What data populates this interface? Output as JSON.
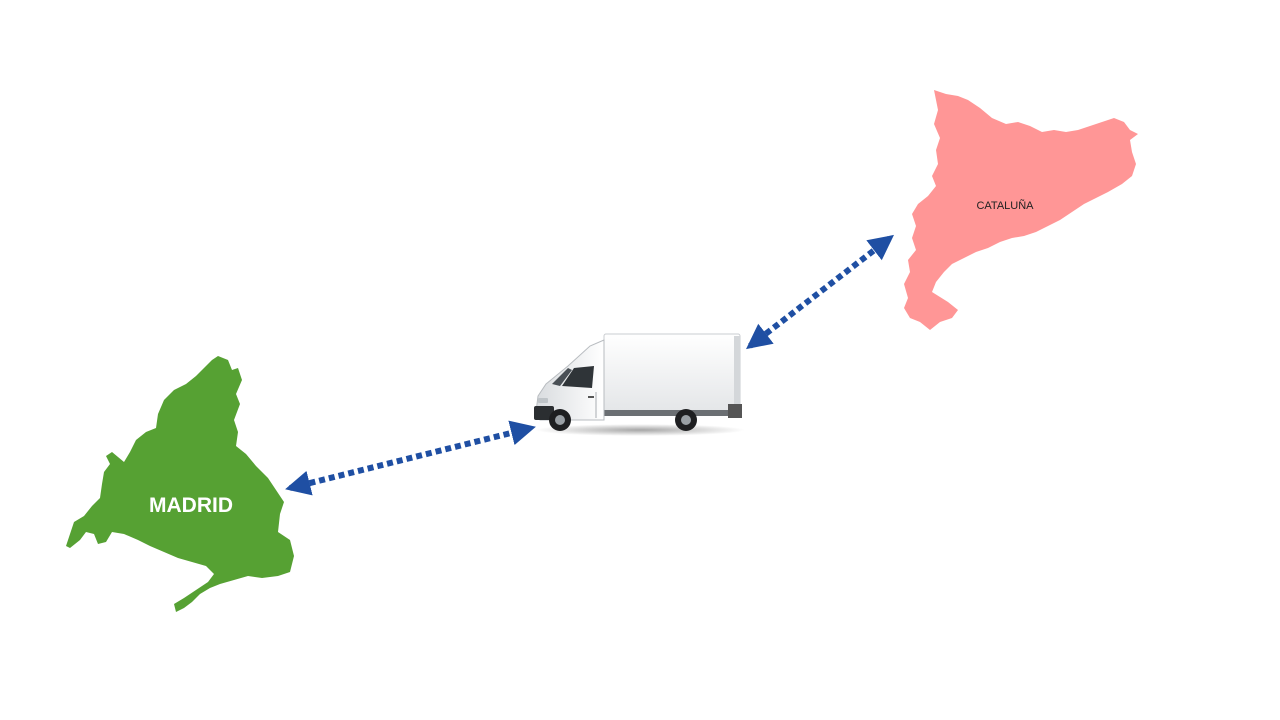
{
  "regions": {
    "madrid": {
      "label": "MADRID",
      "fill": "#56a133",
      "text_color": "#ffffff"
    },
    "cataluna": {
      "label": "CATALUÑA",
      "fill": "#ff9696",
      "text_color": "#222222"
    }
  },
  "connector_color": "#1f4fa3",
  "icons": {
    "vehicle": "box-truck-icon",
    "connector": "dotted-double-arrow"
  }
}
